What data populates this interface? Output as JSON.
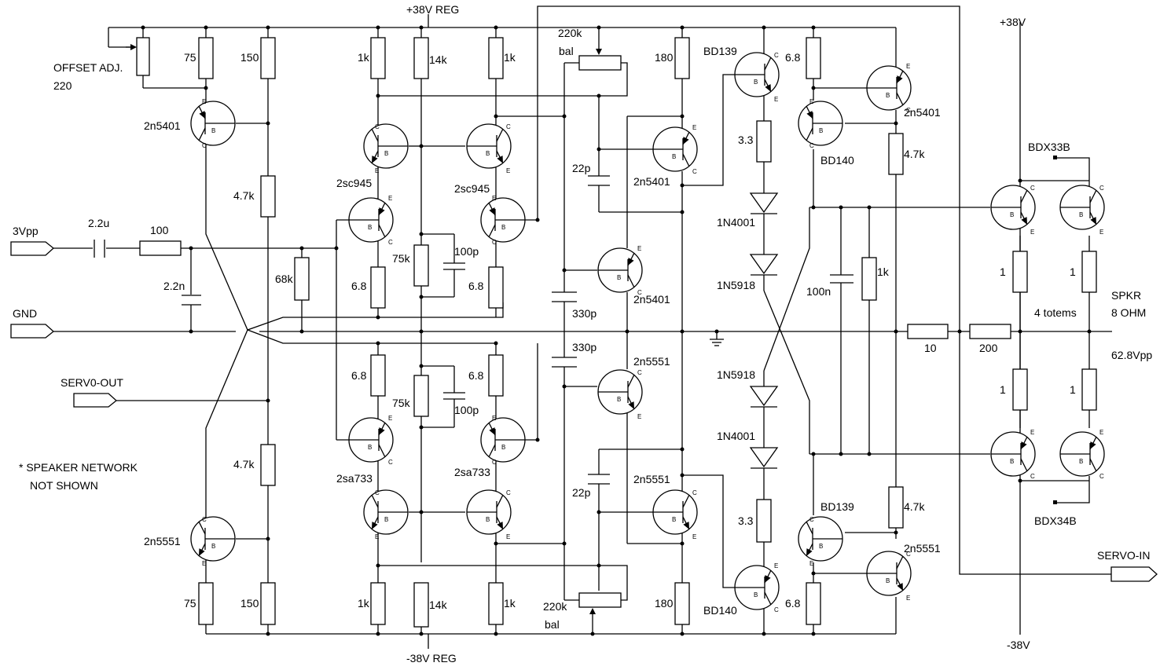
{
  "labels": {
    "vreg_pos": "+38V REG",
    "vreg_neg": "-38V REG",
    "v_pos": "+38V",
    "v_neg": "-38V",
    "offset_adj": "OFFSET ADJ.",
    "offset_val": "220",
    "in_3vpp": "3Vpp",
    "gnd": "GND",
    "servo_out": "SERV0-OUT",
    "servo_in": "SERVO-IN",
    "spkr": "SPKR",
    "ohm8": "8 OHM",
    "vpp": "62.8Vpp",
    "totems": "4 totems",
    "note1": "* SPEAKER NETWORK",
    "note2": "NOT SHOWN",
    "bal_top_val": "220k",
    "bal_top": "bal",
    "bal_bot_val": "220k",
    "bal_bot": "bal"
  },
  "components": {
    "r_75_top": "75",
    "r_150_top": "150",
    "r_47k_l_top": "4.7k",
    "r_47k_l_bot": "4.7k",
    "r_75_bot": "75",
    "r_150_bot": "150",
    "c_22u": "2.2u",
    "r_100": "100",
    "c_22n": "2.2n",
    "r_68k": "68k",
    "r_1k_a": "1k",
    "r_14k_top": "14k",
    "r_1k_b": "1k",
    "r_68_a": "6.8",
    "r_75k_top": "75k",
    "c_100p_top": "100p",
    "r_68_b": "6.8",
    "r_68_c": "6.8",
    "r_75k_bot": "75k",
    "c_100p_bot": "100p",
    "r_68_d": "6.8",
    "r_1k_c": "1k",
    "r_14k_bot": "14k",
    "r_1k_d": "1k",
    "r_180_top": "180",
    "r_180_bot": "180",
    "c_22p_top": "22p",
    "c_22p_bot": "22p",
    "c_330p_a": "330p",
    "c_330p_b": "330p",
    "r_33_top": "3.3",
    "r_33_bot": "3.3",
    "d_1n4001_top": "1N4001",
    "d_1n5918_top": "1N5918",
    "d_1n5918_bot": "1N5918",
    "d_1n4001_bot": "1N4001",
    "r_68_e": "6.8",
    "r_68_f": "6.8",
    "r_47k_r_top": "4.7k",
    "r_47k_r_bot": "4.7k",
    "c_100n": "100n",
    "r_1k_e": "1k",
    "r_10": "10",
    "r_200": "200",
    "r_1_a": "1",
    "r_1_b": "1",
    "r_1_c": "1",
    "r_1_d": "1"
  },
  "transistors": {
    "q1": "2n5401",
    "q2": "2n5551",
    "q3": "2sc945",
    "q4": "2sc945",
    "q5": "2sa733",
    "q6": "2sa733",
    "q7": "2n5401",
    "q8": "2n5401",
    "q9": "2n5551",
    "q10": "2n5551",
    "q11": "BD139",
    "q12": "BD140",
    "q13": "BD140",
    "q14": "BD139",
    "q15": "2n5401",
    "q16": "2n5551",
    "q17": "BDX33B",
    "q18": "BDX34B"
  }
}
